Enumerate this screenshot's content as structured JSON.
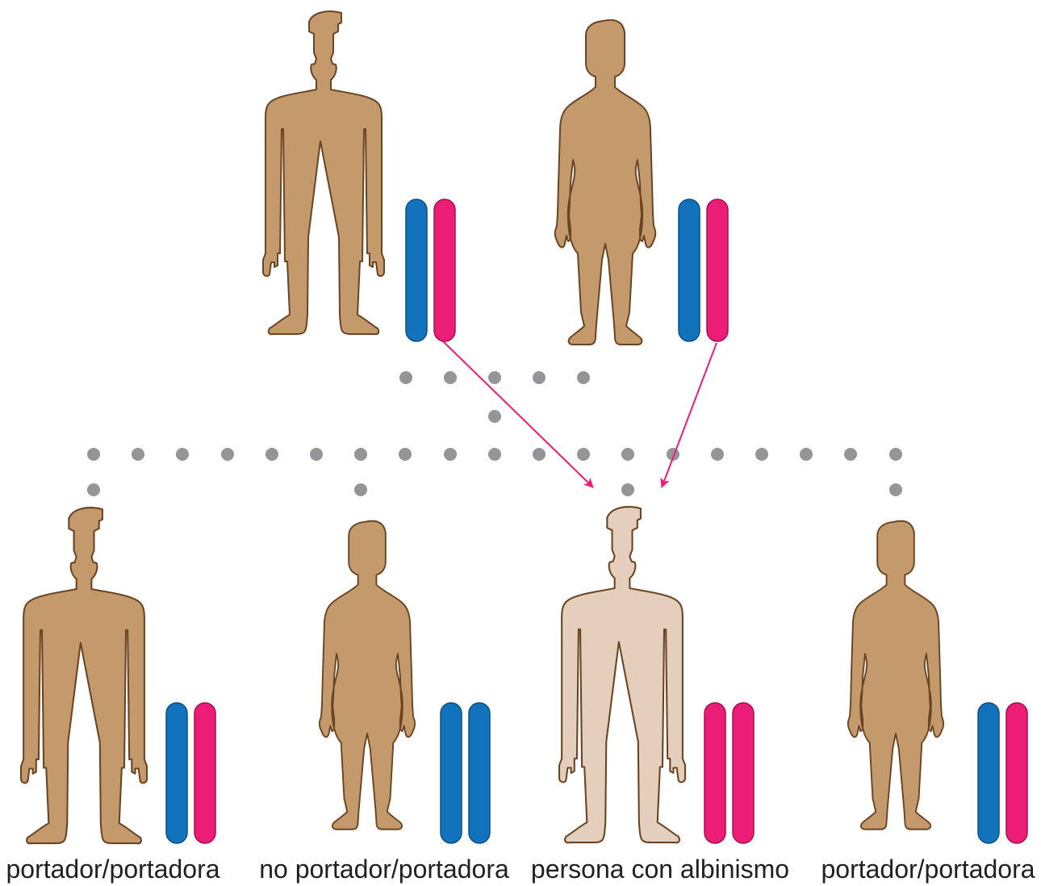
{
  "colors": {
    "skin_typical": "#c49a6c",
    "skin_albinism": "#e3cfbb",
    "outline": "#6b4423",
    "allele_typical": "#1372bc",
    "allele_albinism": "#ec1d77",
    "pedigree_dots": "#939598",
    "inheritance_arrows": "#ec1d77"
  },
  "parents": [
    {
      "figure": "man-silhouette",
      "alleles": [
        "typical",
        "albinism"
      ]
    },
    {
      "figure": "woman-silhouette",
      "alleles": [
        "typical",
        "albinism"
      ]
    }
  ],
  "children": [
    {
      "figure": "man-silhouette",
      "alleles": [
        "typical",
        "albinism"
      ],
      "label": "portador/portadora"
    },
    {
      "figure": "woman-silhouette",
      "alleles": [
        "typical",
        "typical"
      ],
      "label": "no portador/portadora"
    },
    {
      "figure": "man-silhouette",
      "alleles": [
        "albinism",
        "albinism"
      ],
      "label": "persona con albinismo",
      "albinism": true
    },
    {
      "figure": "woman-silhouette",
      "alleles": [
        "typical",
        "albinism"
      ],
      "label": "portador/portadora"
    }
  ]
}
